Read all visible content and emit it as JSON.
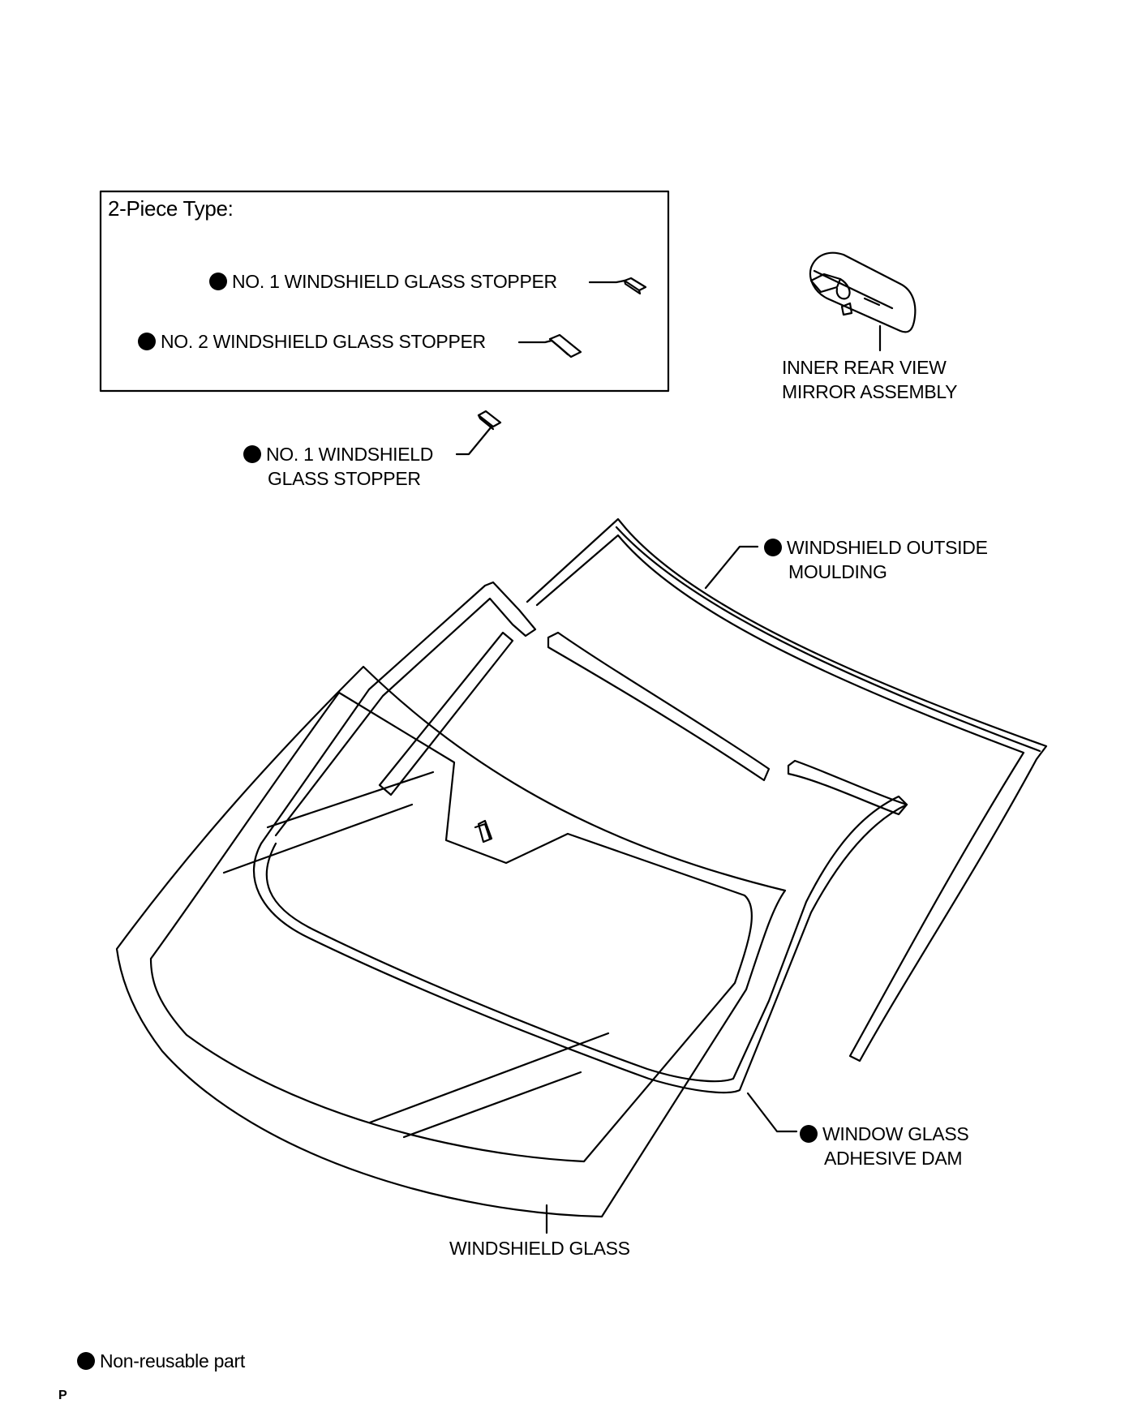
{
  "box": {
    "title": "2-Piece Type:",
    "items": [
      {
        "label": "NO. 1 WINDSHIELD GLASS STOPPER",
        "non_reusable": true
      },
      {
        "label": "NO. 2 WINDSHIELD GLASS STOPPER",
        "non_reusable": true
      }
    ]
  },
  "parts": {
    "mirror": {
      "line1": "INNER REAR VIEW",
      "line2": "MIRROR ASSEMBLY",
      "non_reusable": false
    },
    "stopper": {
      "line1": "NO. 1 WINDSHIELD",
      "line2": "GLASS STOPPER",
      "non_reusable": true
    },
    "moulding": {
      "line1": "WINDSHIELD OUTSIDE",
      "line2": "MOULDING",
      "non_reusable": true
    },
    "dam": {
      "line1": "WINDOW GLASS",
      "line2": "ADHESIVE DAM",
      "non_reusable": true
    },
    "glass": {
      "line1": "WINDSHIELD GLASS",
      "non_reusable": false
    }
  },
  "legend": {
    "label": "Non-reusable part",
    "symbol": "filled-circle-icon"
  },
  "footer": {
    "code": "P"
  }
}
